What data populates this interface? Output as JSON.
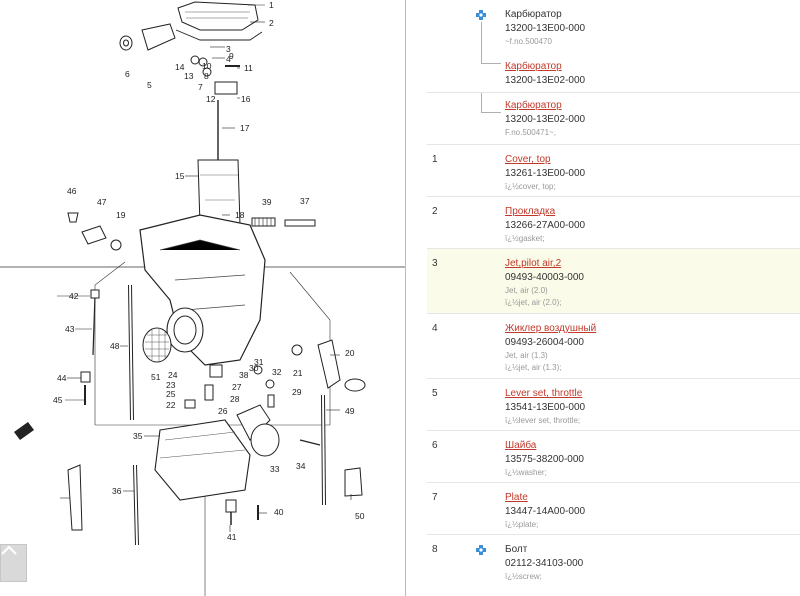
{
  "diagram": {
    "callouts": [
      "1",
      "2",
      "3",
      "4",
      "5",
      "6",
      "7",
      "8",
      "9",
      "10",
      "11",
      "12",
      "13",
      "14",
      "15",
      "16",
      "17",
      "18",
      "19",
      "20",
      "21",
      "22",
      "23",
      "24",
      "25",
      "26",
      "27",
      "28",
      "29",
      "30",
      "31",
      "32",
      "33",
      "34",
      "35",
      "36",
      "37",
      "38",
      "39",
      "40",
      "41",
      "42",
      "43",
      "44",
      "45",
      "46",
      "47",
      "48",
      "49",
      "50",
      "51"
    ],
    "front_mark_icon": "front-arrow-icon",
    "scroll_icon": "chevron-up-icon"
  },
  "parts": [
    {
      "pos": "",
      "icon": "puzzle-icon",
      "name": "Карбюратор",
      "link": false,
      "number": "13200-13E00-000",
      "notes": [
        "~f.no.500470"
      ]
    },
    {
      "pos": "",
      "icon": "",
      "name": "Карбюратор",
      "link": true,
      "number": "13200-13E02-000",
      "notes": []
    },
    {
      "pos": "",
      "icon": "",
      "name": "Карбюратор",
      "link": true,
      "number": "13200-13E02-000",
      "notes": [
        "F.no.500471~,"
      ]
    },
    {
      "pos": "1",
      "icon": "",
      "name": "Cover, top",
      "link": true,
      "number": "13261-13E00-000",
      "notes": [
        "ï¿½cover, top;"
      ]
    },
    {
      "pos": "2",
      "icon": "",
      "name": "Прокладка",
      "link": true,
      "number": "13266-27A00-000",
      "notes": [
        "ï¿½gasket;"
      ]
    },
    {
      "pos": "3",
      "icon": "",
      "name": "Jet,pilot air,2",
      "link": true,
      "number": "09493-40003-000",
      "notes": [
        "Jet, air (2.0)",
        "ï¿½jet, air (2.0);"
      ]
    },
    {
      "pos": "4",
      "icon": "",
      "name": "Жиклер воздушный",
      "link": true,
      "number": "09493-26004-000",
      "notes": [
        "Jet, air (1.3)",
        "ï¿½jet, air (1.3);"
      ]
    },
    {
      "pos": "5",
      "icon": "",
      "name": "Lever set, throttle",
      "link": true,
      "number": "13541-13E00-000",
      "notes": [
        "ï¿½lever set, throttle;"
      ]
    },
    {
      "pos": "6",
      "icon": "",
      "name": "Шайба",
      "link": true,
      "number": "13575-38200-000",
      "notes": [
        "ï¿½washer;"
      ]
    },
    {
      "pos": "7",
      "icon": "",
      "name": "Plate",
      "link": true,
      "number": "13447-14A00-000",
      "notes": [
        "ï¿½plate;"
      ]
    },
    {
      "pos": "8",
      "icon": "puzzle-icon",
      "name": "Болт",
      "link": false,
      "number": "02112-34103-000",
      "notes": [
        "ï¿½screw;"
      ]
    }
  ],
  "colors": {
    "link": "#c0392b",
    "highlight": "#fbfbe9",
    "icon": "#3a8fd6"
  }
}
